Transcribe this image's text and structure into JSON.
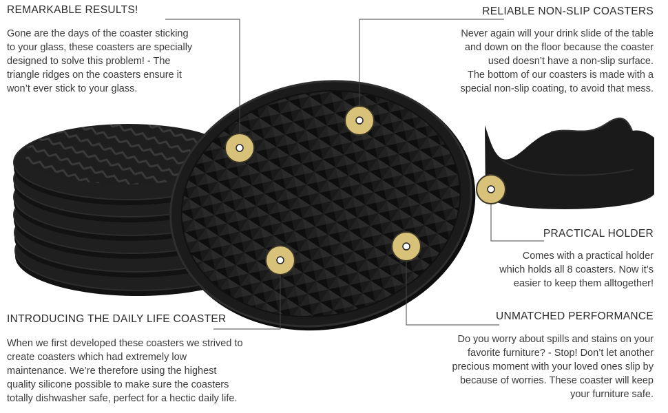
{
  "sections": {
    "remarkable": {
      "heading": "REMARKABLE RESULTS!",
      "lines": [
        "Gone are the days of the coaster sticking",
        "to your glass, these coasters are specially",
        "designed to solve this problem! - The",
        "triangle ridges on the coasters ensure it",
        "won’t ever stick to your glass."
      ]
    },
    "nonslip": {
      "heading": "RELIABLE NON-SLIP COASTERS",
      "lines": [
        "Never again will your drink slide of the table",
        "and down on the floor because the coaster",
        "used doesn’t have a non-slip surface.",
        "The bottom of our coasters is made with a",
        "special non-slip coating, to avoid that mess."
      ]
    },
    "holder": {
      "heading": "PRACTICAL HOLDER",
      "lines": [
        "Comes with a practical holder",
        "which holds all 8 coasters. Now it’s",
        "easier to keep them alltogether!"
      ]
    },
    "introducing": {
      "heading": "INTRODUCING THE DAILY LIFE COASTER",
      "lines": [
        "When we first developed these coasters we strived to",
        "create coasters which had extremely low",
        "maintenance. We’re therefore using the highest",
        "quality silicone possible to make sure the coasters",
        "totally dishwasher safe, perfect for a hectic daily life."
      ]
    },
    "performance": {
      "heading": "UNMATCHED PERFORMANCE",
      "lines": [
        "Do you worry about spills and stains on your",
        "favorite furniture? - Stop! Don’t let another",
        "precious moment with your loved ones slip by",
        "because of worries. These coaster will keep",
        "your furniture safe."
      ]
    }
  },
  "colors": {
    "accent_gold": "#d8c27a",
    "coaster_black": "#1c1c1c",
    "text": "#3a3a3a"
  }
}
